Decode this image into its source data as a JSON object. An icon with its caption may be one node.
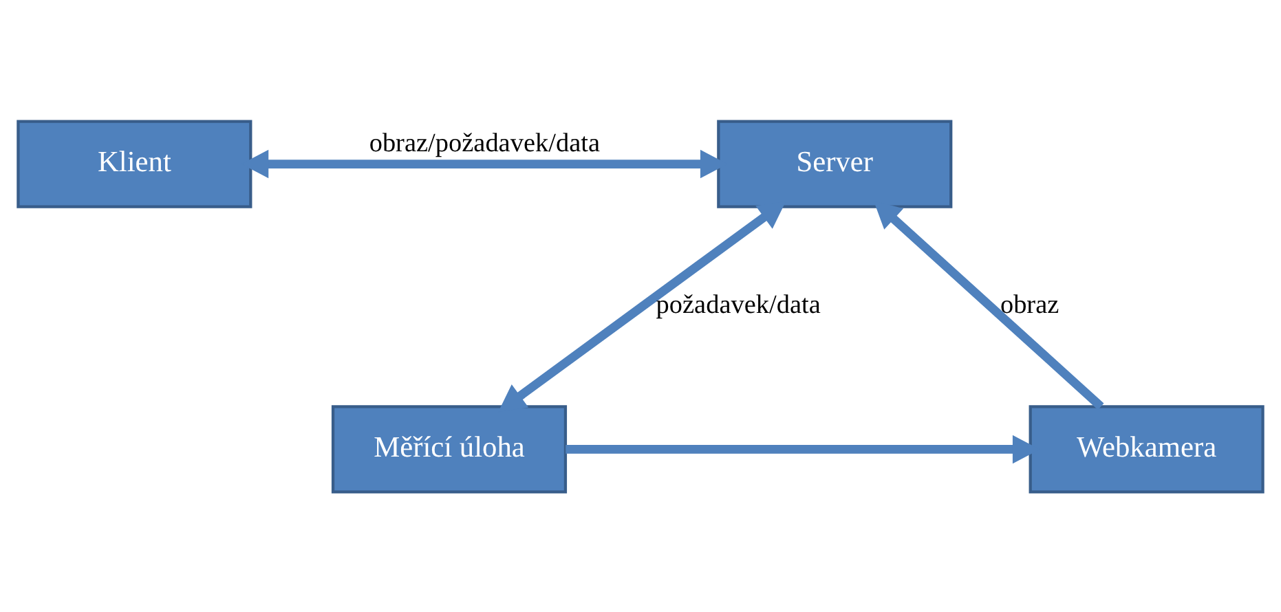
{
  "diagram": {
    "nodes": [
      {
        "text": [
          "Klient"
        ]
      },
      {
        "text": [
          "Server"
        ]
      },
      {
        "text": [
          "Webkamera"
        ]
      },
      {
        "text": [
          "Měřící úloha"
        ]
      }
    ],
    "edges": [
      {
        "from": 0,
        "to": 1,
        "arrow": "both",
        "label": "obraz/požadavek/data"
      },
      {
        "from": 2,
        "to": 1,
        "arrow": "to",
        "label": "obraz"
      },
      {
        "from": 1,
        "to": 3,
        "arrow": "both",
        "label": "požadavek/data"
      },
      {
        "from": 3,
        "to": 2,
        "arrow": "to"
      }
    ]
  }
}
